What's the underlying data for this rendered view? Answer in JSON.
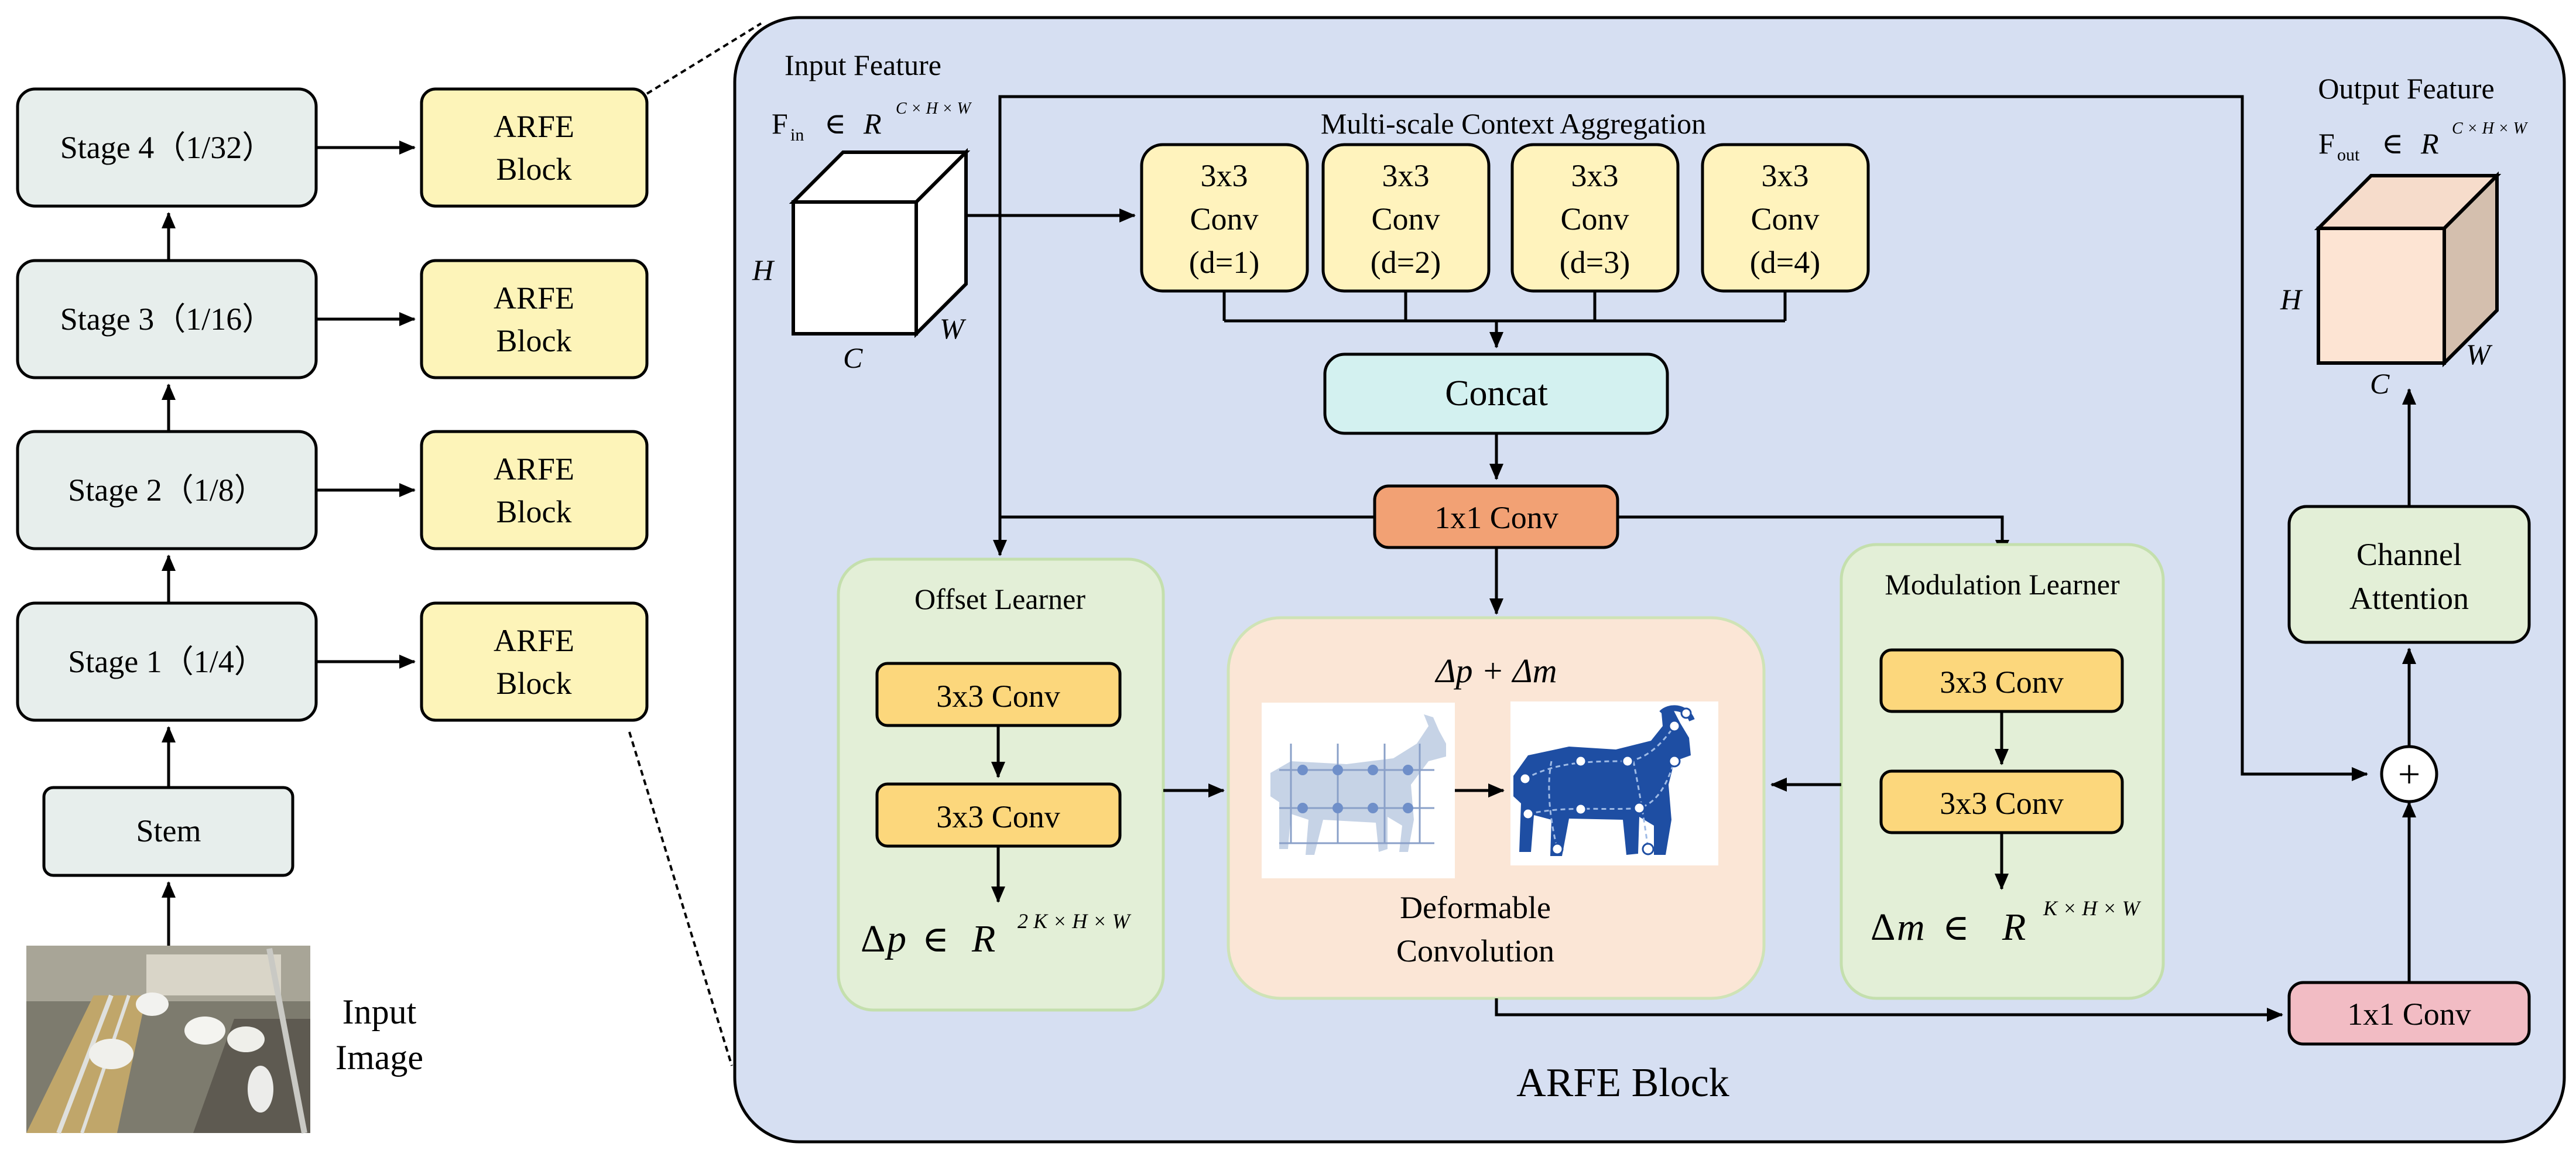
{
  "backbone": {
    "input_image_label_line1": "Input",
    "input_image_label_line2": "Image",
    "stem": "Stem",
    "stages": [
      "Stage 1（1/4）",
      "Stage 2（1/8）",
      "Stage 3（1/16）",
      "Stage 4（1/32）"
    ],
    "arfe_line1": "ARFE",
    "arfe_line2": "Block"
  },
  "block": {
    "title": "ARFE Block",
    "input_feature": "Input Feature",
    "fin_base": "F",
    "fin_sub": "in",
    "fin_in": "∈",
    "fin_R": "R",
    "fin_sup": "C × H × W",
    "axis_h": "H",
    "axis_c": "C",
    "axis_w": "W",
    "msca_title": "Multi-scale Context Aggregation",
    "conv_line1": "3x3",
    "conv_line2": "Conv",
    "dilations": [
      "(d=1)",
      "(d=2)",
      "(d=3)",
      "(d=4)"
    ],
    "concat": "Concat",
    "conv1x1": "1x1 Conv",
    "offset_title": "Offset Learner",
    "conv3x3": "3x3 Conv",
    "dp_delta": "Δ",
    "dp_var": "p",
    "dp_sup": "2 K × H × W",
    "modulation_title": "Modulation Learner",
    "dm_var": "m",
    "dm_sup": "K × H × W",
    "deform_formula": "Δp + Δm",
    "deform_line1": "Deformable",
    "deform_line2": "Convolution",
    "output_feature": "Output Feature",
    "fout_sub": "out",
    "channel_line1": "Channel",
    "channel_line2": "Attention",
    "plus": "+",
    "final_conv": "1x1 Conv"
  },
  "colors": {
    "block_bg": "#d6dff2",
    "backbone_box": "#e7eeec",
    "arfe_yellow": "#fdf4b9",
    "conv_yellow": "#fff3bd",
    "learner_green": "#e3efd7",
    "deform_peach": "#fbe6d6",
    "concat_cyan": "#d3f1f0",
    "conv1x1_orange": "#f2a174",
    "final_pink": "#f2bcc4",
    "goat_blue": "#1e4ea3"
  }
}
